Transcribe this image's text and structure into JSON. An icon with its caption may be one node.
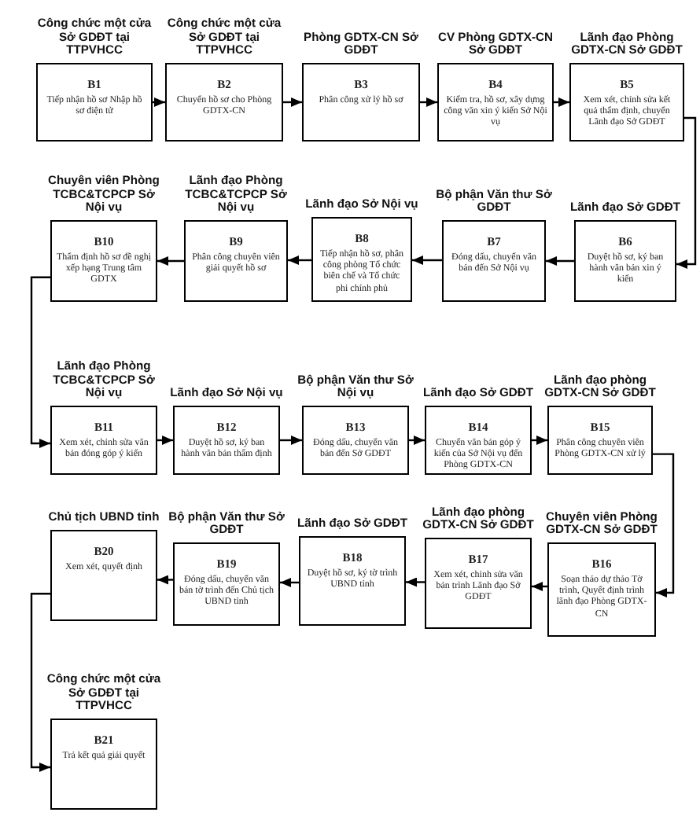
{
  "diagram": {
    "nodes": [
      {
        "text": [
          "B1",
          "Tiếp nhận hồ sơ Nhập hồ sơ điện tử"
        ],
        "beside": [
          "Công chức một cửa Sở GDĐT tại TTPVHCC"
        ]
      },
      {
        "text": [
          "B2",
          "Chuyển hồ sơ cho Phòng GDTX-CN"
        ],
        "beside": [
          "Công chức một cửa Sở GDĐT tại TTPVHCC"
        ]
      },
      {
        "text": [
          "B3",
          "Phân công xử lý hồ sơ"
        ],
        "beside": [
          "Phòng GDTX-CN Sở GDĐT"
        ]
      },
      {
        "text": [
          "B4",
          "Kiểm tra, hồ sơ, xây dựng công văn xin ý kiến Sở Nội vụ"
        ],
        "beside": [
          "CV Phòng GDTX-CN Sở GDĐT"
        ]
      },
      {
        "text": [
          "B5",
          "Xem xét, chỉnh sửa kết quả thẩm định, chuyển Lãnh đạo Sở GDĐT"
        ],
        "beside": [
          "Lãnh đạo Phòng GDTX-CN Sở GDĐT"
        ]
      },
      {
        "text": [
          "B6",
          "Duyệt hồ sơ, ký ban hành văn bản xin ý kiến"
        ],
        "beside": [
          "Lãnh đạo Sở GDĐT"
        ]
      },
      {
        "text": [
          "B7",
          "Đóng dấu, chuyển văn bản đến Sở Nội vụ"
        ],
        "beside": [
          "Bộ phận Văn thư Sở GDĐT"
        ]
      },
      {
        "text": [
          "B8",
          "Tiếp nhận hồ sơ, phân công phòng Tổ chức biên chế và Tổ chức phi chính phủ"
        ],
        "beside": [
          "Lãnh đạo Sở Nội vụ"
        ]
      },
      {
        "text": [
          "B9",
          "Phân công chuyên viên giải quyết hồ sơ"
        ],
        "beside": [
          "Lãnh đạo Phòng TCBC&TCPCP Sở Nội vụ"
        ]
      },
      {
        "text": [
          "B10",
          "Thẩm định hồ sơ đề nghị xếp hạng Trung tâm GDTX"
        ],
        "beside": [
          "Chuyên viên Phòng TCBC&TCPCP Sở Nội vụ"
        ]
      },
      {
        "text": [
          "B11",
          "Xem xét, chỉnh sửa văn bản đóng góp ý kiến"
        ],
        "beside": [
          "Lãnh đạo Phòng TCBC&TCPCP Sở Nội vụ"
        ]
      },
      {
        "text": [
          "B12",
          "Duyệt hồ sơ, ký ban hành văn bản thẩm định"
        ],
        "beside": [
          "Lãnh đạo Sở Nội vụ"
        ]
      },
      {
        "text": [
          "B13",
          "Đóng dấu, chuyển văn bản đến Sở GDĐT"
        ],
        "beside": [
          "Bộ phận Văn thư Sở Nội vụ"
        ]
      },
      {
        "text": [
          "B14",
          "Chuyển văn bản góp ý kiến của Sở Nội vụ đến Phòng GDTX-CN"
        ],
        "beside": [
          "Lãnh đạo Sở GDĐT"
        ]
      },
      {
        "text": [
          "B15",
          "Phân công chuyên viên Phòng GDTX-CN xử lý"
        ],
        "beside": [
          "Lãnh đạo phòng GDTX-CN Sở GDĐT"
        ]
      },
      {
        "text": [
          "B16",
          "Soạn thảo dự thảo Tờ trình, Quyết định trình lãnh đạo Phòng GDTX-CN"
        ],
        "beside": [
          "Chuyên viên Phòng GDTX-CN Sở GDĐT"
        ]
      },
      {
        "text": [
          "B17",
          "Xem xét, chỉnh sửa văn bản trình Lãnh đạo Sở GDĐT"
        ],
        "beside": [
          "Lãnh đạo phòng GDTX-CN Sở GDĐT"
        ]
      },
      {
        "text": [
          "B18",
          "Duyệt hồ sơ, ký tờ trình UBND tỉnh"
        ],
        "beside": [
          "Lãnh đạo Sở GDĐT"
        ]
      },
      {
        "text": [
          "B19",
          "Đóng dấu, chuyển văn bản tờ trình đến Chủ tịch UBND tỉnh"
        ],
        "beside": [
          "Bộ phận Văn thư Sở GDĐT"
        ]
      },
      {
        "text": [
          "B20",
          "Xem xét, quyết định"
        ],
        "beside": [
          "Chủ tịch UBND tỉnh"
        ]
      },
      {
        "text": [
          "B21",
          "Trả kết quả giải quyết"
        ],
        "beside": [
          "Công chức một cửa Sở GDĐT tại TTPVHCC"
        ]
      }
    ],
    "edges": [
      {
        "from": 0,
        "to": 1,
        "arrow": "to"
      },
      {
        "from": 1,
        "to": 2,
        "arrow": "to"
      },
      {
        "from": 2,
        "to": 3,
        "arrow": "to"
      },
      {
        "from": 3,
        "to": 4,
        "arrow": "to"
      },
      {
        "from": 4,
        "to": 5,
        "arrow": "to"
      },
      {
        "from": 5,
        "to": 6,
        "arrow": "to"
      },
      {
        "from": 6,
        "to": 7,
        "arrow": "to"
      },
      {
        "from": 7,
        "to": 8,
        "arrow": "to"
      },
      {
        "from": 8,
        "to": 9,
        "arrow": "to"
      },
      {
        "from": 9,
        "to": 10,
        "arrow": "to"
      },
      {
        "from": 10,
        "to": 11,
        "arrow": "to"
      },
      {
        "from": 11,
        "to": 12,
        "arrow": "to"
      },
      {
        "from": 12,
        "to": 13,
        "arrow": "to"
      },
      {
        "from": 13,
        "to": 14,
        "arrow": "to"
      },
      {
        "from": 14,
        "to": 15,
        "arrow": "to"
      },
      {
        "from": 15,
        "to": 16,
        "arrow": "to"
      },
      {
        "from": 16,
        "to": 17,
        "arrow": "to"
      },
      {
        "from": 17,
        "to": 18,
        "arrow": "to"
      },
      {
        "from": 18,
        "to": 19,
        "arrow": "to"
      },
      {
        "from": 19,
        "to": 20,
        "arrow": "to"
      }
    ]
  }
}
